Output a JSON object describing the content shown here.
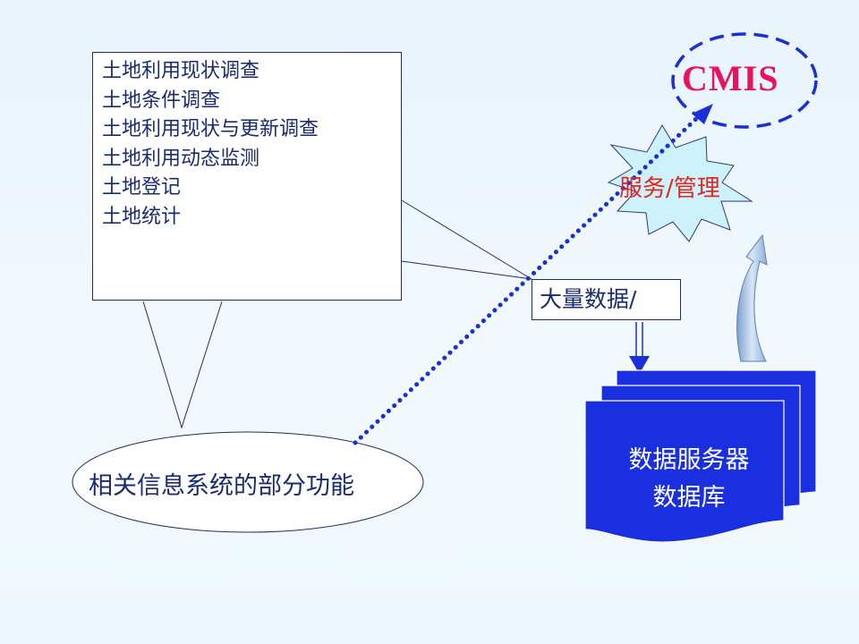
{
  "land_functions": {
    "items": [
      "土地利用现状调查",
      "土地条件调查",
      "土地利用现状与更新调查",
      "土地利用动态监测",
      "土地登记",
      "土地统计"
    ]
  },
  "info_system": {
    "label": "相关信息系统的部分功能"
  },
  "data_box": {
    "label": "大量数据/"
  },
  "database": {
    "line1": "数据服务器",
    "line2": "数据库"
  },
  "service": {
    "label": "服务/管理"
  },
  "cmis": {
    "label": "CMIS"
  },
  "colors": {
    "background": "#eaf4fc",
    "outline": "#1f2e5c",
    "text": "#1b2c6e",
    "cmis_text": "#e8135a",
    "service_text": "#e3261f",
    "database_fill": "#1a2fe0",
    "dotted_line": "#1a2fd6",
    "cmis_ellipse_stroke": "#1a2fd6",
    "burst_fill": "#cdf2fb"
  }
}
